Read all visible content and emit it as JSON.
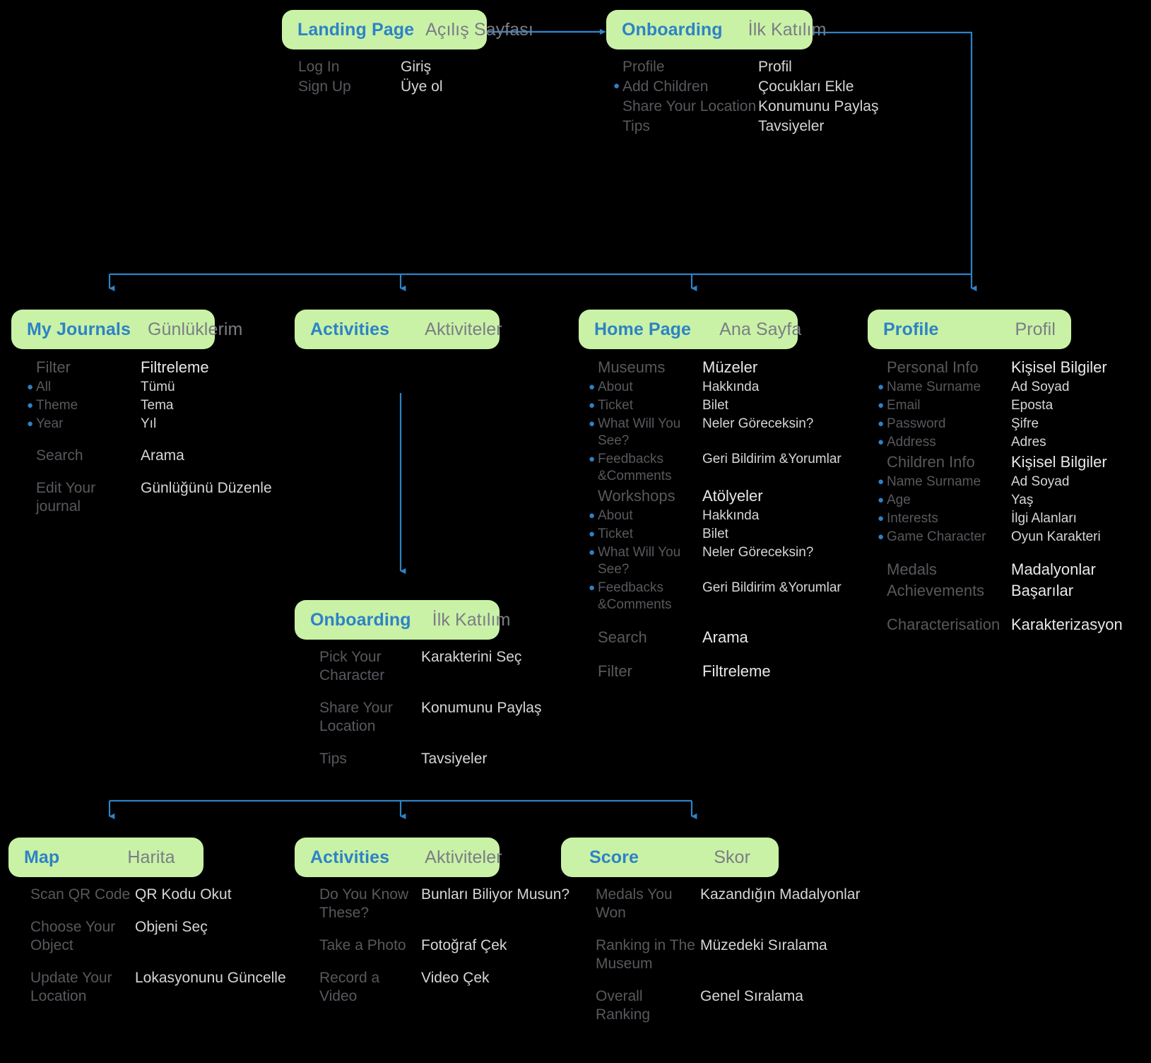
{
  "theme": {
    "background": "#000000",
    "pill_fill": "#c9f2a6",
    "title_en_color": "#2e82c6",
    "title_tr_color": "#7c7c86",
    "label_en_color": "#58585e",
    "label_tr_color": "#d6d6d6",
    "connector_color": "#2e82c6",
    "bullet_color": "#2e82c6"
  },
  "nodes": {
    "landing": {
      "title_en": "Landing Page",
      "title_tr": "Açılış Sayfası",
      "rows": [
        {
          "en": "Log In",
          "tr": "Giriş",
          "bullet": false
        },
        {
          "en": "Sign Up",
          "tr": "Üye ol",
          "bullet": false
        }
      ]
    },
    "onboarding_top": {
      "title_en": "Onboarding",
      "title_tr": "İlk Katılım",
      "rows": [
        {
          "en": "Profile",
          "tr": "Profil",
          "bullet": false
        },
        {
          "en": "Add Children",
          "tr": "Çocukları Ekle",
          "bullet": true
        },
        {
          "en": "Share Your Location",
          "tr": "Konumunu Paylaş",
          "bullet": false
        },
        {
          "en": "Tips",
          "tr": "Tavsiyeler",
          "bullet": false
        }
      ]
    },
    "my_journals": {
      "title_en": "My Journals",
      "title_tr": "Günlüklerim",
      "rows": [
        {
          "en": "Filter",
          "tr": "Filtreleme",
          "bullet": false,
          "group": true
        },
        {
          "en": "All",
          "tr": "Tümü",
          "bullet": true,
          "sub": true
        },
        {
          "en": "Theme",
          "tr": "Tema",
          "bullet": true,
          "sub": true
        },
        {
          "en": "Year",
          "tr": "Yıl",
          "bullet": true,
          "sub": true
        },
        {
          "en": "Search",
          "tr": "Arama",
          "bullet": false,
          "gap": true
        },
        {
          "en": "Edit Your journal",
          "tr": "Günlüğünü Düzenle",
          "bullet": false,
          "gap": true
        }
      ]
    },
    "activities_mid": {
      "title_en": "Activities",
      "title_tr": "Aktiviteler",
      "rows": []
    },
    "home_page": {
      "title_en": "Home Page",
      "title_tr": "Ana Sayfa",
      "rows": [
        {
          "en": "Museums",
          "tr": "Müzeler",
          "bullet": false,
          "group": true
        },
        {
          "en": "About",
          "tr": "Hakkında",
          "bullet": true,
          "sub": true
        },
        {
          "en": "Ticket",
          "tr": "Bilet",
          "bullet": true,
          "sub": true
        },
        {
          "en": "What Will You See?",
          "tr": "Neler Göreceksin?",
          "bullet": true,
          "sub": true
        },
        {
          "en": "Feedbacks &Comments",
          "tr": "Geri Bildirim &Yorumlar",
          "bullet": true,
          "sub": true
        },
        {
          "en": "Workshops",
          "tr": "Atölyeler",
          "bullet": false,
          "group": true
        },
        {
          "en": "About",
          "tr": "Hakkında",
          "bullet": true,
          "sub": true
        },
        {
          "en": "Ticket",
          "tr": "Bilet",
          "bullet": true,
          "sub": true
        },
        {
          "en": "What Will You See?",
          "tr": "Neler Göreceksin?",
          "bullet": true,
          "sub": true
        },
        {
          "en": "Feedbacks &Comments",
          "tr": "Geri Bildirim &Yorumlar",
          "bullet": true,
          "sub": true
        },
        {
          "en": "Search",
          "tr": "Arama",
          "bullet": false,
          "group": true,
          "gap": true
        },
        {
          "en": "Filter",
          "tr": "Filtreleme",
          "bullet": false,
          "group": true,
          "gap": true
        }
      ]
    },
    "profile": {
      "title_en": "Profile",
      "title_tr": "Profil",
      "rows": [
        {
          "en": "Personal Info",
          "tr": "Kişisel Bilgiler",
          "bullet": false,
          "group": true
        },
        {
          "en": "Name Surname",
          "tr": "Ad Soyad",
          "bullet": true,
          "sub": true
        },
        {
          "en": "Email",
          "tr": "Eposta",
          "bullet": true,
          "sub": true
        },
        {
          "en": "Password",
          "tr": "Şifre",
          "bullet": true,
          "sub": true
        },
        {
          "en": "Address",
          "tr": "Adres",
          "bullet": true,
          "sub": true
        },
        {
          "en": "Children Info",
          "tr": "Kişisel Bilgiler",
          "bullet": false,
          "group": true
        },
        {
          "en": "Name Surname",
          "tr": "Ad Soyad",
          "bullet": true,
          "sub": true
        },
        {
          "en": "Age",
          "tr": "Yaş",
          "bullet": true,
          "sub": true
        },
        {
          "en": "Interests",
          "tr": "İlgi Alanları",
          "bullet": true,
          "sub": true
        },
        {
          "en": "Game Character",
          "tr": "Oyun Karakteri",
          "bullet": true,
          "sub": true
        },
        {
          "en": "Medals",
          "tr": "Madalyonlar",
          "bullet": false,
          "group": true,
          "gap": true
        },
        {
          "en": "Achievements",
          "tr": "Başarılar",
          "bullet": false,
          "group": true
        },
        {
          "en": "Characterisation",
          "tr": "Karakterizasyon",
          "bullet": false,
          "group": true,
          "gap": true
        }
      ]
    },
    "onboarding_mid": {
      "title_en": "Onboarding",
      "title_tr": "İlk Katılım",
      "rows": [
        {
          "en": "Pick Your Character",
          "tr": "Karakterini Seç",
          "bullet": false
        },
        {
          "en": "Share Your Location",
          "tr": "Konumunu Paylaş",
          "bullet": false,
          "gap": true
        },
        {
          "en": "Tips",
          "tr": "Tavsiyeler",
          "bullet": false,
          "gap": true
        }
      ]
    },
    "map": {
      "title_en": "Map",
      "title_tr": "Harita",
      "rows": [
        {
          "en": "Scan QR Code",
          "tr": "QR Kodu Okut",
          "bullet": false
        },
        {
          "en": "Choose Your Object",
          "tr": "Objeni Seç",
          "bullet": false,
          "gap": true
        },
        {
          "en": "Update Your Location",
          "tr": "Lokasyonunu Güncelle",
          "bullet": false,
          "gap": true
        }
      ]
    },
    "activities_bottom": {
      "title_en": "Activities",
      "title_tr": "Aktiviteler",
      "rows": [
        {
          "en": "Do You Know These?",
          "tr": "Bunları Biliyor Musun?",
          "bullet": false
        },
        {
          "en": "Take a Photo",
          "tr": "Fotoğraf Çek",
          "bullet": false,
          "gap": true
        },
        {
          "en": "Record a Video",
          "tr": "Video Çek",
          "bullet": false,
          "gap": true
        }
      ]
    },
    "score": {
      "title_en": "Score",
      "title_tr": "Skor",
      "rows": [
        {
          "en": "Medals You Won",
          "tr": "Kazandığın Madalyonlar",
          "bullet": false
        },
        {
          "en": "Ranking in The Museum",
          "tr": "Müzedeki Sıralama",
          "bullet": false,
          "gap": true
        },
        {
          "en": "Overall Ranking",
          "tr": "Genel Sıralama",
          "bullet": false,
          "gap": true
        }
      ]
    }
  }
}
